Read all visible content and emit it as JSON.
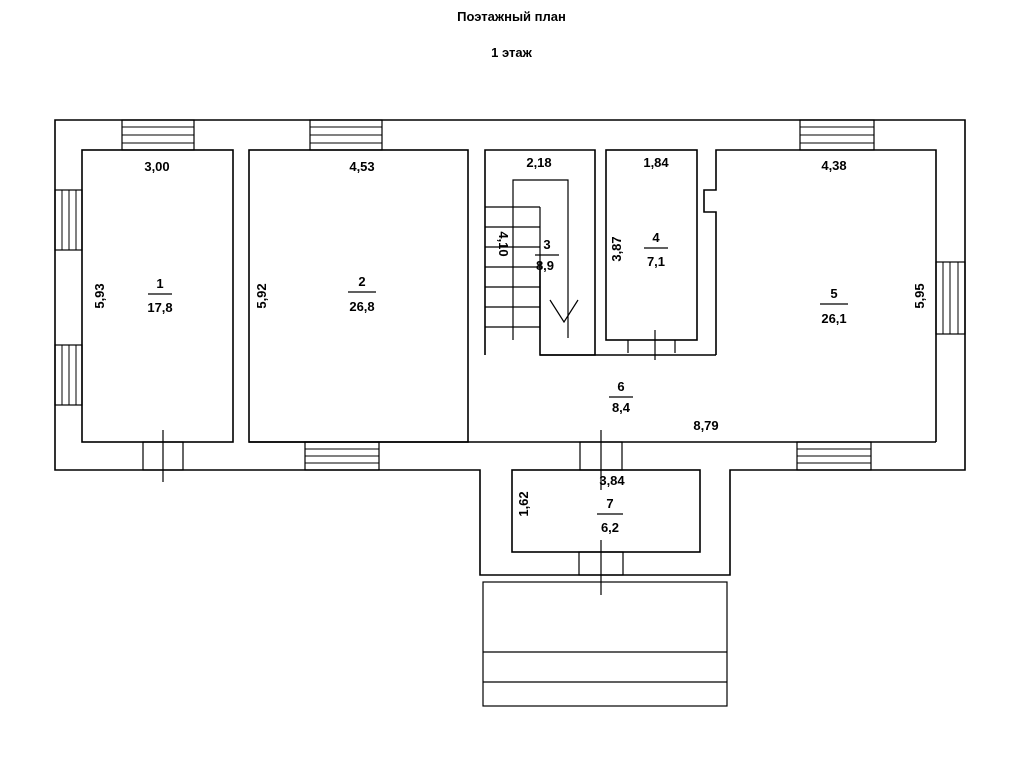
{
  "header": {
    "title": "Поэтажный план",
    "floor": "1 этаж"
  },
  "rooms": [
    {
      "number": "1",
      "area": "17,8",
      "width": "3,00",
      "length": "5,93"
    },
    {
      "number": "2",
      "area": "26,8",
      "width": "4,53",
      "length": "5,92"
    },
    {
      "number": "3",
      "area": "8,9",
      "width": "2,18",
      "length": "4,10"
    },
    {
      "number": "4",
      "area": "7,1",
      "width": "1,84",
      "length": "3,87"
    },
    {
      "number": "5",
      "area": "26,1",
      "width": "4,38",
      "length": "5,95"
    },
    {
      "number": "6",
      "area": "8,4",
      "width": "8,79"
    },
    {
      "number": "7",
      "area": "6,2",
      "width": "3,84",
      "length": "1,62"
    }
  ]
}
